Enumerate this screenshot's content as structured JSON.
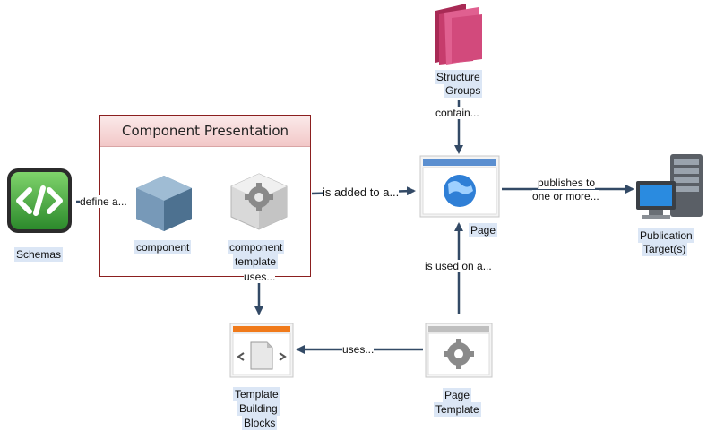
{
  "component_presentation": {
    "title": "Component Presentation"
  },
  "nodes": {
    "schemas": "Schemas",
    "component": "component",
    "component_template": [
      "component",
      "template"
    ],
    "structure_groups": [
      "Structure",
      "Groups"
    ],
    "page": "Page",
    "publication_target": [
      "Publication",
      "Target(s)"
    ],
    "template_building_blocks": [
      "Template",
      "Building",
      "Blocks"
    ],
    "page_template": [
      "Page",
      "Template"
    ]
  },
  "edges": {
    "define": "define a...",
    "is_added_to": "is added to a...",
    "contain": "contain...",
    "publishes_to": [
      "publishes to",
      "one or more..."
    ],
    "is_used_on": "is used on a...",
    "uses_ct": "uses...",
    "uses_pt": "uses..."
  },
  "icons": {
    "schemas": "code-brackets-icon",
    "component": "cube-icon",
    "component_template": "gear-cube-icon",
    "structure_groups": "folder-icon",
    "page": "globe-page-icon",
    "publication_target": "server-monitor-icon",
    "template_building_blocks": "code-document-icon",
    "page_template": "gear-page-icon"
  },
  "colors": {
    "arrow": "#334a66",
    "label_bg": "#dbe6f5",
    "cp_border": "#8b1f1f",
    "schema_green": "#3aa53a",
    "folder_pink": "#c83a6a"
  }
}
